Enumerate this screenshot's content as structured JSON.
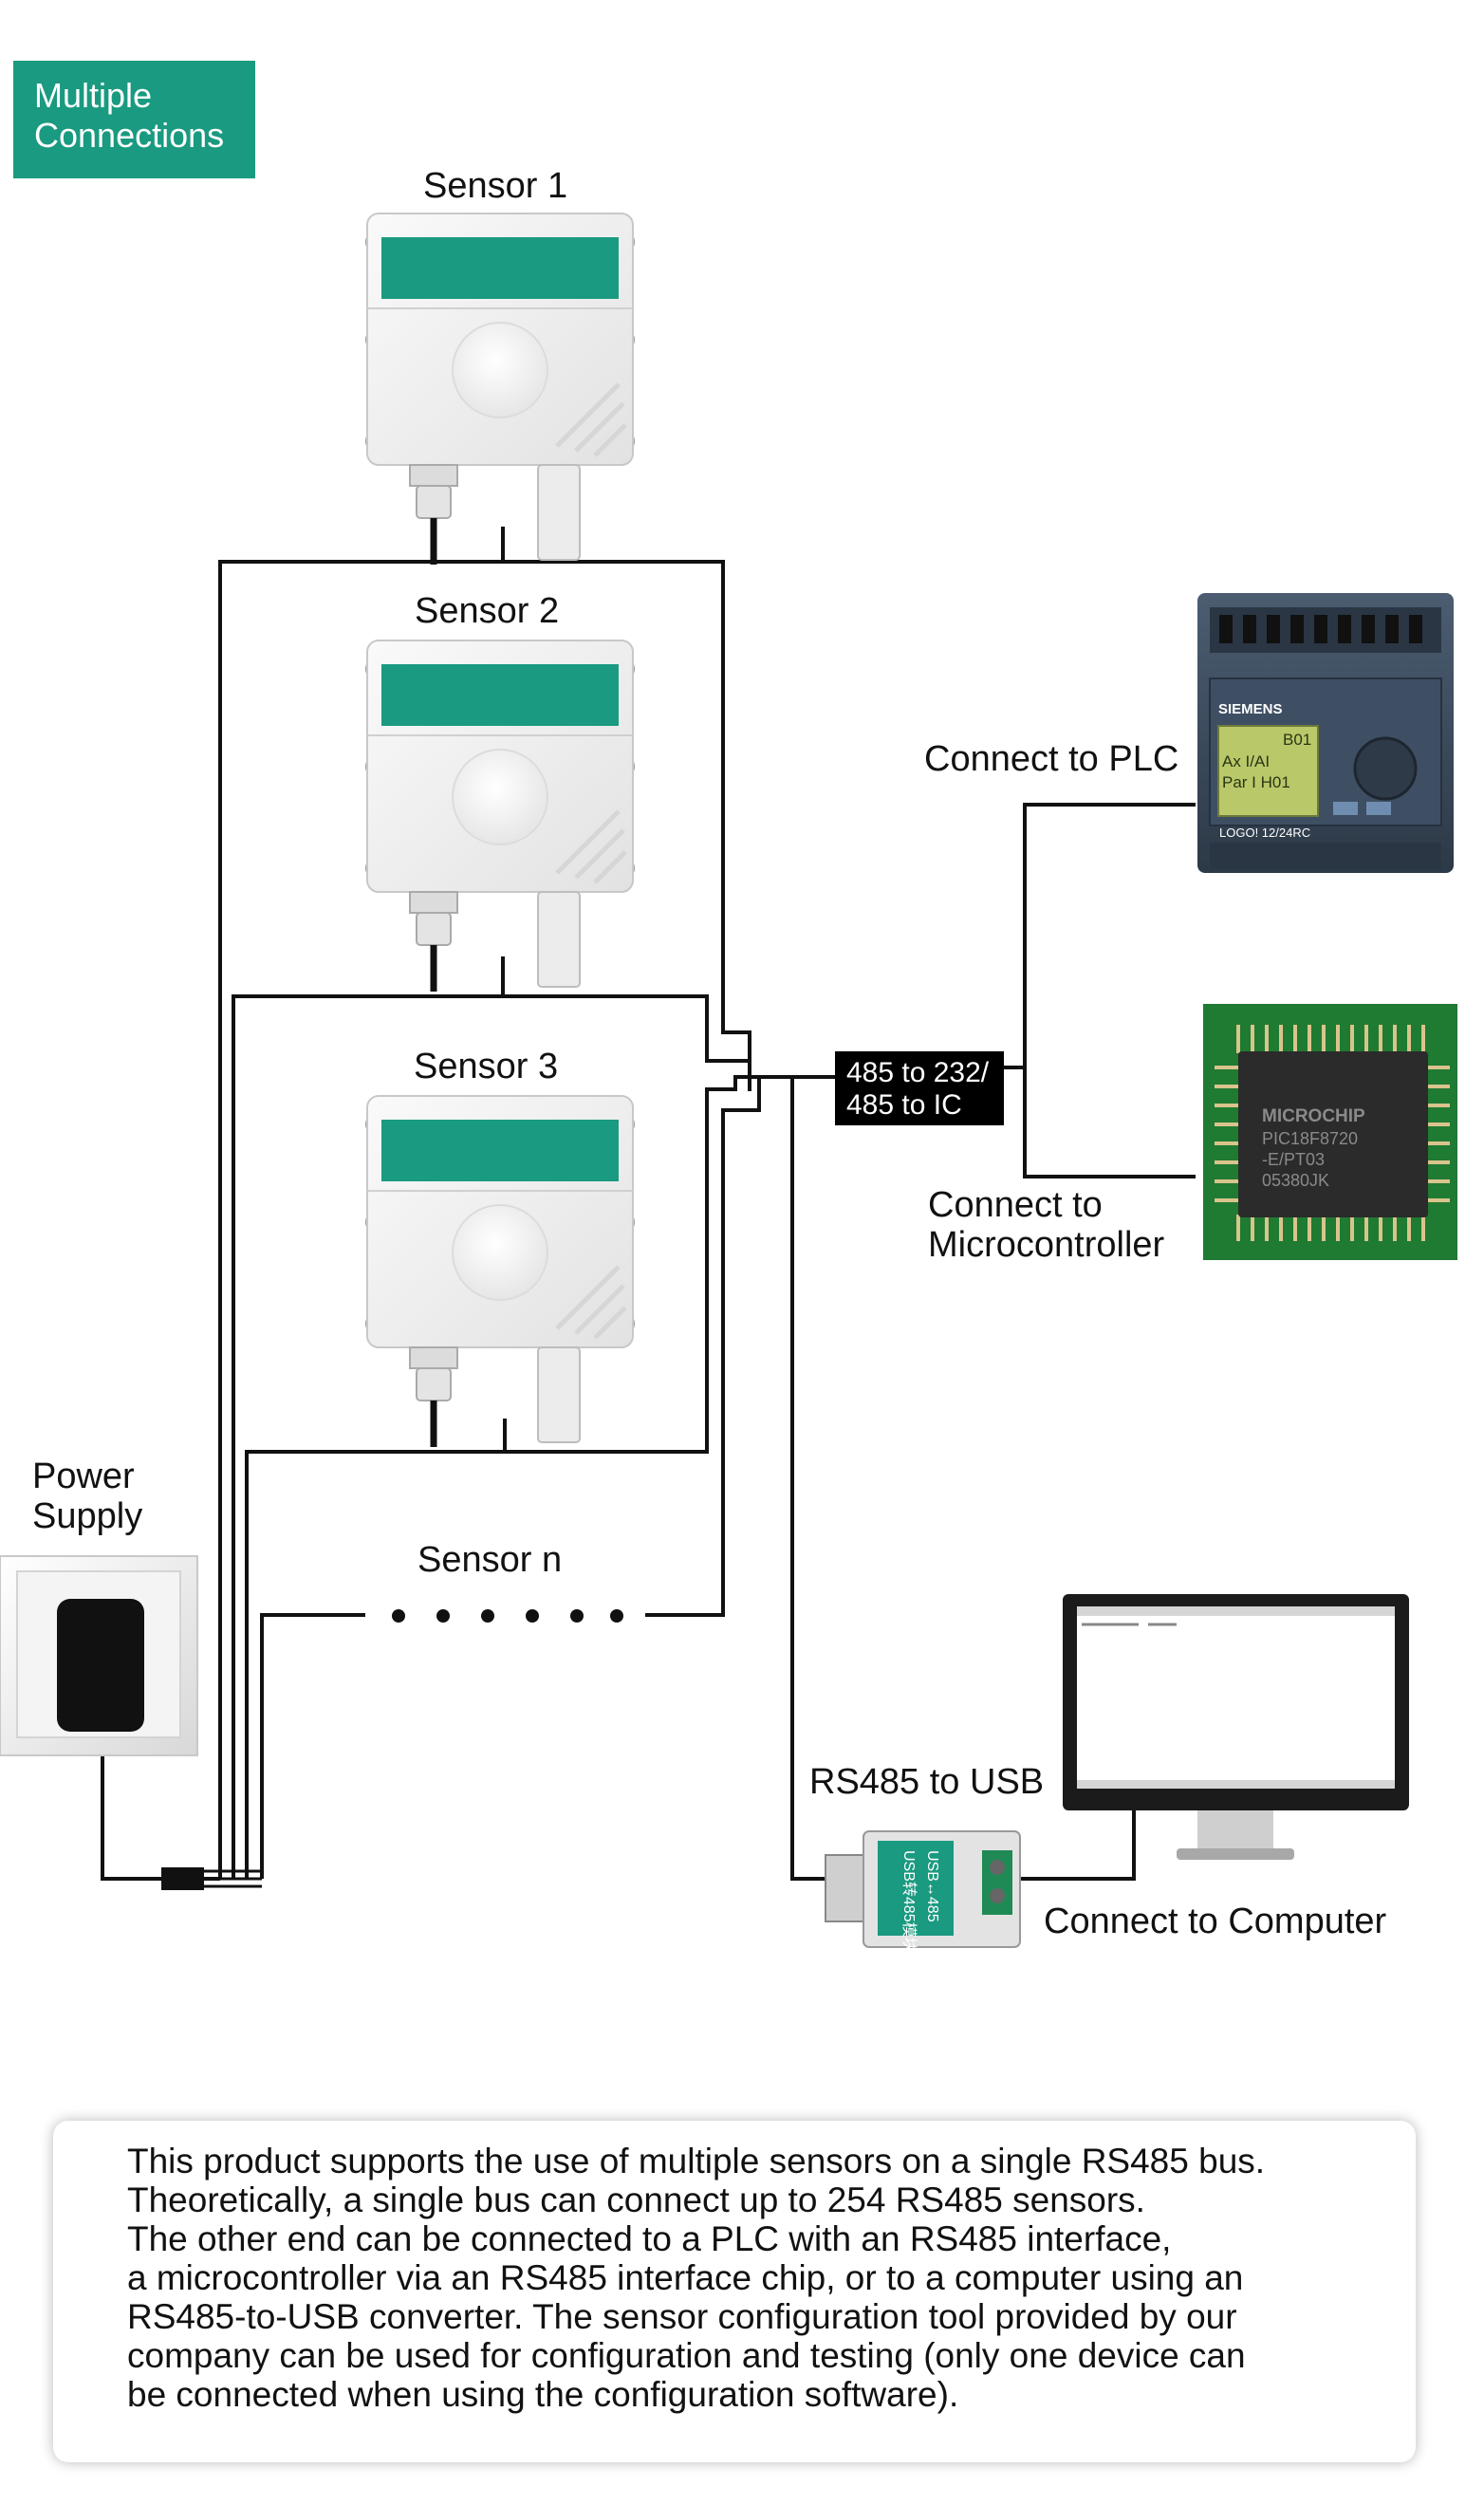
{
  "badge": {
    "line1": "Multiple",
    "line2": "Connections"
  },
  "sensors": {
    "sensor1": "Sensor 1",
    "sensor2": "Sensor 2",
    "sensor3": "Sensor 3",
    "sensorn": "Sensor n"
  },
  "power": {
    "line1": "Power",
    "line2": "Supply"
  },
  "converter": {
    "line1": "485 to 232/",
    "line2": "485 to IC"
  },
  "plc": {
    "label": "Connect to PLC",
    "brand": "SIEMENS",
    "screen_line1": "B01",
    "screen_line2": "Ax I/AI",
    "screen_line3": "Par I H01",
    "model": "LOGO! 12/24RC"
  },
  "microcontroller": {
    "line1": "Connect to",
    "line2": "Microcontroller",
    "chip_brand": "MICROCHIP",
    "chip_model": "PIC18F8720",
    "chip_sub": "-E/PT03",
    "chip_code": "05380JK"
  },
  "usb": {
    "label": "RS485 to USB",
    "device_text1": "USB转485模块",
    "device_text2": "USB↔485"
  },
  "computer": {
    "label": "Connect to Computer"
  },
  "description": {
    "text": "This product supports the use of multiple sensors on a single RS485 bus.\nTheoretically, a single bus can connect up to 254 RS485 sensors.\nThe other end can be connected to a PLC with an RS485 interface,\na microcontroller via an RS485 interface chip, or to a computer using an\nRS485-to-USB converter. The sensor configuration tool provided by our\ncompany can be used for configuration and testing (only one device can\nbe connected when using the configuration software)."
  },
  "colors": {
    "accent": "#1a9a80",
    "sensor_body": "#f1f1f1",
    "sensor_stripe": "#1a9a80",
    "wire": "#111111",
    "plc_body": "#3b4a5c",
    "plc_screen": "#b9c96a",
    "pcb": "#1f7a32",
    "chip": "#2b2b2b"
  }
}
